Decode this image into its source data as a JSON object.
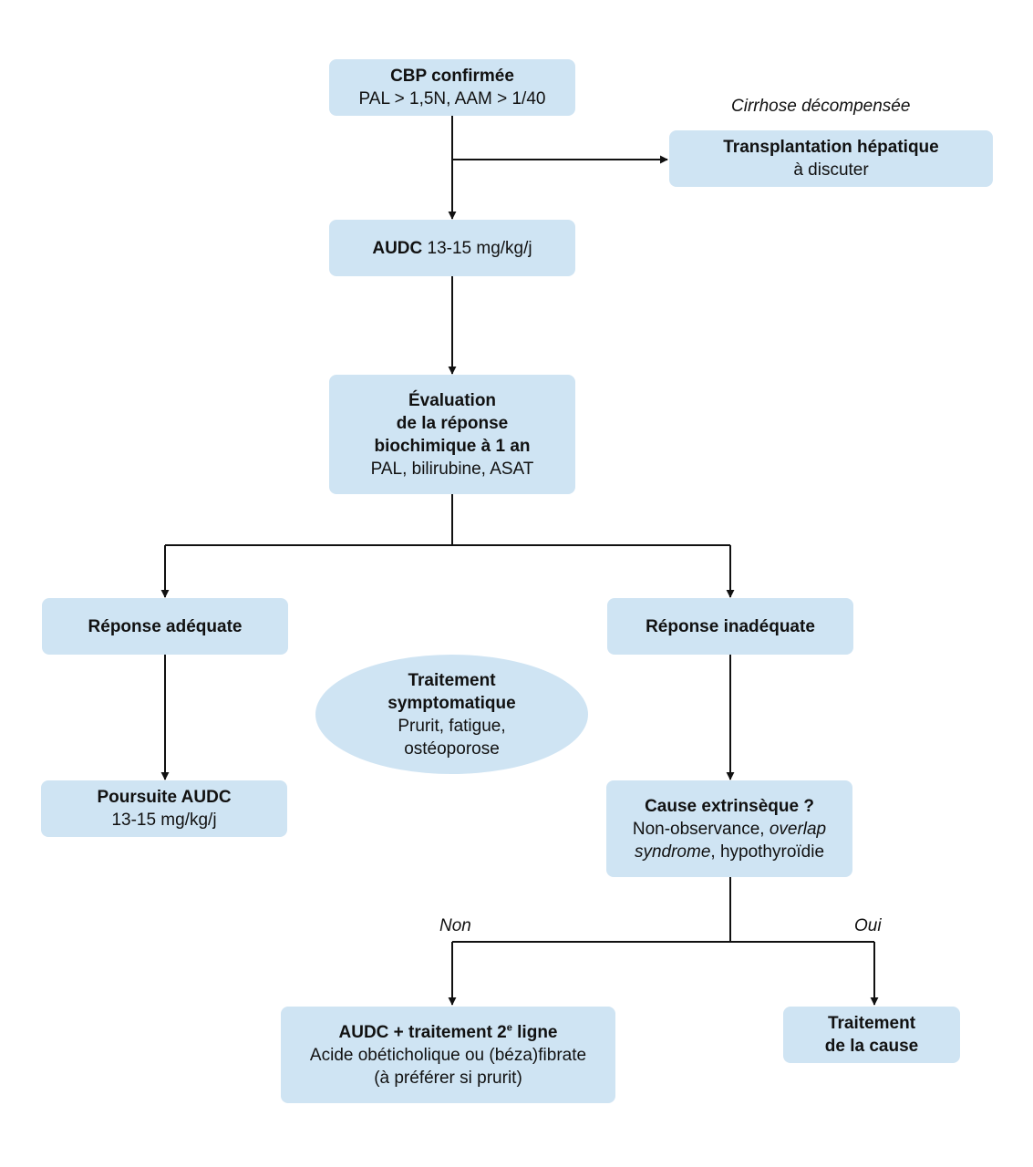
{
  "nodes": {
    "cbp": {
      "title": "CBP confirmée",
      "detail": "PAL > 1,5N, AAM > 1/40"
    },
    "transplant": {
      "condition": "Cirrhose décompensée",
      "title": "Transplantation hépatique",
      "detail": "à discuter"
    },
    "audc": {
      "title": "AUDC",
      "dose": "13-15 mg/kg/j"
    },
    "eval": {
      "line1": "Évaluation",
      "line2": "de la réponse",
      "line3": "biochimique à 1 an",
      "detail": "PAL, bilirubine, ASAT"
    },
    "adequate": {
      "title": "Réponse adéquate"
    },
    "inadequate": {
      "title": "Réponse inadéquate"
    },
    "sympto": {
      "line1": "Traitement",
      "line2": "symptomatique",
      "detail1": "Prurit, fatigue,",
      "detail2": "ostéoporose"
    },
    "continue": {
      "title": "Poursuite AUDC",
      "dose": "13-15 mg/kg/j"
    },
    "cause": {
      "title": "Cause extrinsèque ?",
      "d1a": "Non-observance, ",
      "d1b": "overlap",
      "d2a": "syndrome",
      "d2b": ", hypothyroïdie"
    },
    "second_line": {
      "title_a": "AUDC + traitement 2",
      "title_sup": "e",
      "title_b": " ligne",
      "detail1": "Acide obéticholique ou (béza)fibrate",
      "detail2": "(à préférer si prurit)"
    },
    "treat_cause": {
      "line1": "Traitement",
      "line2": "de la cause"
    }
  },
  "edge_labels": {
    "no": "Non",
    "yes": "Oui"
  },
  "colors": {
    "box_fill": "#cfe4f3",
    "line": "#111111"
  }
}
